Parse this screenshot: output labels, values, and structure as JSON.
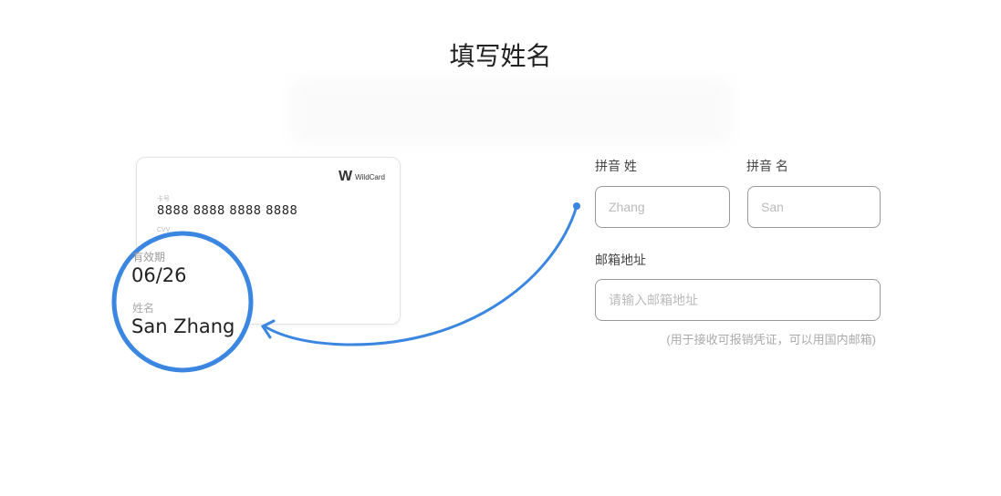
{
  "title": "填写姓名",
  "card": {
    "brand": "WildCard",
    "card_number_label": "卡号",
    "card_number": "8888 8888 8888 8888",
    "cvv_label": "CVV",
    "expiry_label": "有效期",
    "expiry": "06/26",
    "name_label": "姓名",
    "name": "San Zhang"
  },
  "form": {
    "last_name_label": "拼音 姓",
    "last_name_placeholder": "Zhang",
    "first_name_label": "拼音 名",
    "first_name_placeholder": "San",
    "email_label": "邮箱地址",
    "email_placeholder": "请输入邮箱地址",
    "email_hint": "(用于接收可报销凭证，可以用国内邮箱)"
  },
  "colors": {
    "accent": "#3a86e0"
  }
}
